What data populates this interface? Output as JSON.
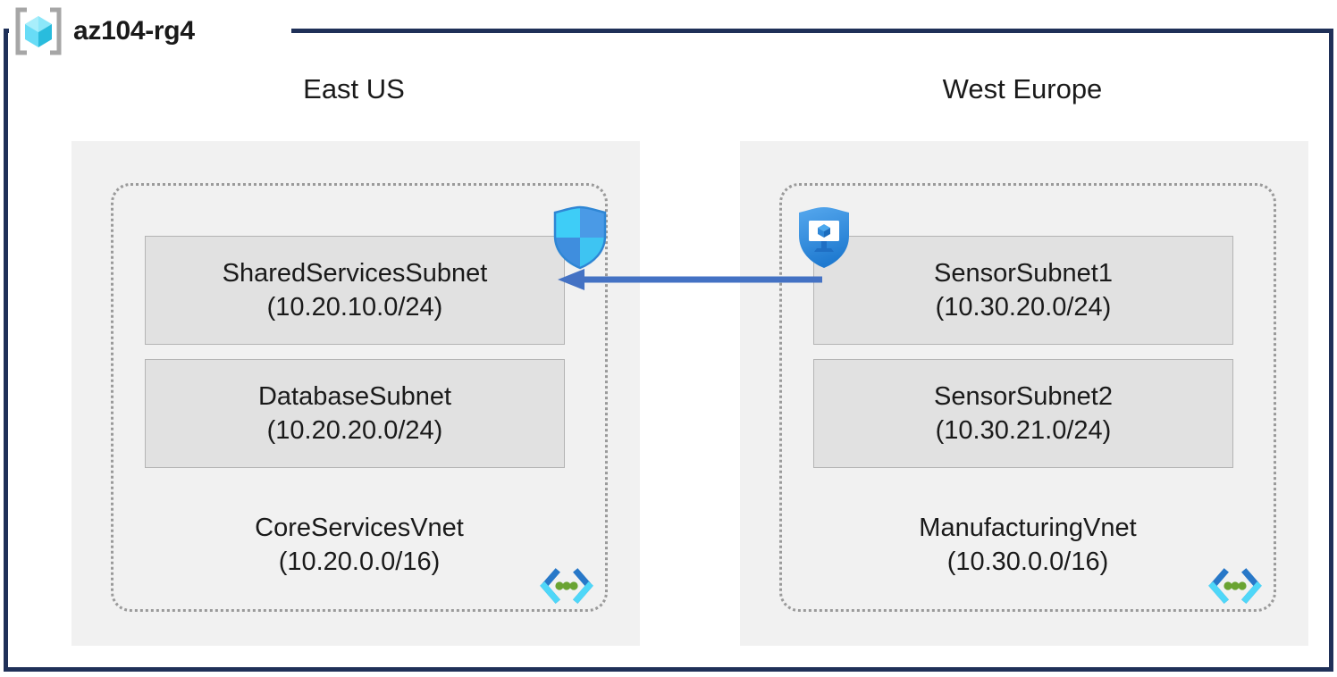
{
  "resource_group": {
    "name": "az104-rg4",
    "icon": "resource-group-cube-icon"
  },
  "colors": {
    "frame_border": "#1f3058",
    "region_background": "#f1f1f1",
    "subnet_background": "#e1e1e1",
    "subnet_border": "#b4b4b4",
    "vnet_border": "#9a9a9a",
    "arrow": "#4472c4",
    "nsg_shield_light": "#3ac8f5",
    "nsg_shield_dark": "#3f8fe0",
    "asg_shield": "#2e94e8",
    "vnet_icon_dark": "#2878c8",
    "vnet_icon_light": "#50d8f8",
    "vnet_icon_dot": "#6aa332",
    "rg_icon_cube_light": "#7fe3f7",
    "rg_icon_cube_dark": "#28b9da",
    "rg_icon_bracket": "#a6a6a6"
  },
  "regions": [
    {
      "id": "eastus",
      "title": "East US",
      "vnet": {
        "name": "CoreServicesVnet",
        "cidr": "(10.20.0.0/16)",
        "icon": "virtual-network-icon",
        "subnets": [
          {
            "name": "SharedServicesSubnet",
            "cidr": "(10.20.10.0/24)",
            "security_icon": "network-security-group-shield-icon"
          },
          {
            "name": "DatabaseSubnet",
            "cidr": "(10.20.20.0/24)",
            "security_icon": null
          }
        ]
      }
    },
    {
      "id": "westeurope",
      "title": "West Europe",
      "vnet": {
        "name": "ManufacturingVnet",
        "cidr": "(10.30.0.0/16)",
        "icon": "virtual-network-icon",
        "subnets": [
          {
            "name": "SensorSubnet1",
            "cidr": "(10.30.20.0/24)",
            "security_icon": "application-security-group-icon"
          },
          {
            "name": "SensorSubnet2",
            "cidr": "(10.30.21.0/24)",
            "security_icon": null
          }
        ]
      }
    }
  ],
  "connection": {
    "name": "vnet-peering-arrow",
    "direction": "right-to-left",
    "from": "SensorSubnet1",
    "to": "SharedServicesSubnet"
  }
}
